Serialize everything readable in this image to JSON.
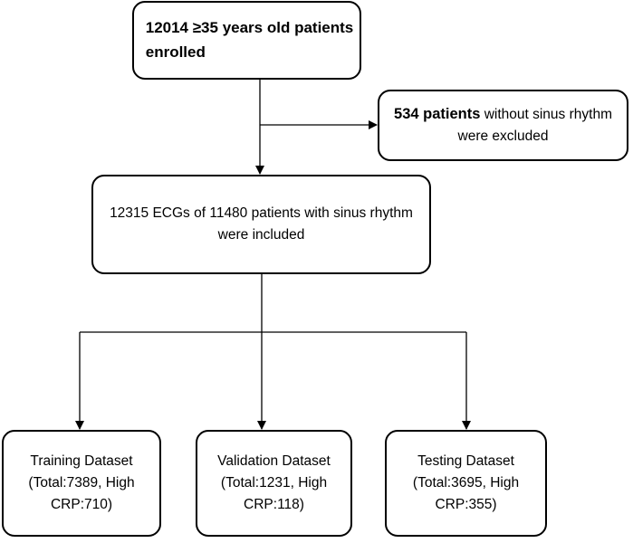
{
  "enrolled": {
    "line1": "12014  ≥35 years old patients",
    "line2": "enrolled"
  },
  "excluded": {
    "line1_bold": "534 patients",
    "line1_rest": " without sinus rhythm",
    "line2": "were excluded"
  },
  "included": {
    "line1": "12315 ECGs of 11480 patients with sinus rhythm",
    "line2": "were included"
  },
  "training": {
    "line1": "Training Dataset",
    "line2": "(Total:7389, High",
    "line3": "CRP:710)"
  },
  "validation": {
    "line1": "Validation Dataset",
    "line2": "(Total:1231, High",
    "line3": "CRP:118)"
  },
  "testing": {
    "line1": "Testing Dataset",
    "line2": "(Total:3695, High",
    "line3": "CRP:355)"
  }
}
